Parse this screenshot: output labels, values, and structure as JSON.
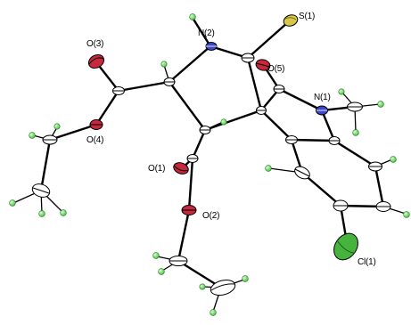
{
  "structure": {
    "atom_labels": {
      "S1": "S(1)",
      "N2": "N(2)",
      "O3": "O(3)",
      "O5": "O(5)",
      "N1": "N(1)",
      "O4": "O(4)",
      "O1": "O(1)",
      "O2": "O(2)",
      "Cl1": "Cl(1)"
    },
    "element_colors": {
      "S": "#d7c84a",
      "N": "#3c46c8",
      "O": "#c8283c",
      "Cl": "#46b43c",
      "C": "#ffffff",
      "H": "#8ee07a",
      "bond": "#000000"
    }
  }
}
